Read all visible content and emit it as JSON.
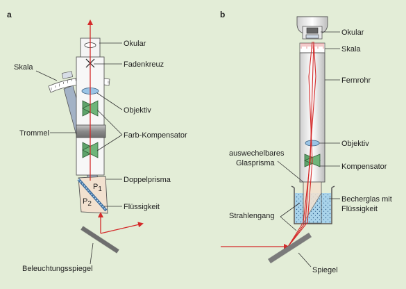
{
  "panels": {
    "a": {
      "letter": "a",
      "labels": {
        "ocular": "Okular",
        "crosshair": "Fadenkreuz",
        "scale": "Skala",
        "objective": "Objektiv",
        "drum": "Trommel",
        "compensator": "Farb-Kompensator",
        "double_prism": "Doppelprisma",
        "prism1": "P",
        "prism1_sub": "1",
        "prism2": "P",
        "prism2_sub": "2",
        "liquid": "Flüssigkeit",
        "mirror": "Beleuchtungsspiegel"
      }
    },
    "b": {
      "letter": "b",
      "labels": {
        "ocular": "Okular",
        "scale": "Skala",
        "telescope": "Fernrohr",
        "prism_line1": "auswechelbares",
        "prism_line2": "Glasprisma",
        "objective": "Objektiv",
        "compensator": "Kompensator",
        "beam_path": "Strahlengang",
        "beaker_line1": "Becherglas mit",
        "beaker_line2": "Flüssigkeit",
        "mirror": "Spiegel"
      }
    }
  },
  "colors": {
    "background": "#e3edd7",
    "beam": "#d42a2a",
    "compensator_prism": "#5ea36a",
    "objective_lens": "#9ac4e6",
    "drum": "#9d9d9d",
    "scale_arm": "#a3b2c6",
    "liquid": "#a9d3ea",
    "mirror": "#8e8e8e",
    "prism_body": "#f2e1cf"
  }
}
